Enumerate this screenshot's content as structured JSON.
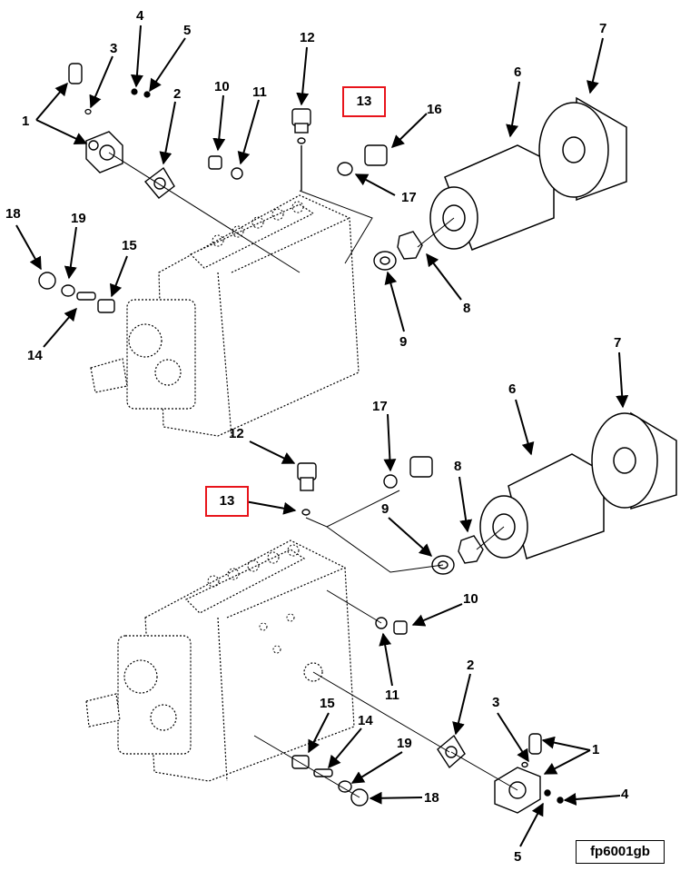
{
  "figure_id": "fp6001gb",
  "top_view": {
    "callouts": [
      "1",
      "2",
      "3",
      "4",
      "5",
      "6",
      "7",
      "8",
      "9",
      "10",
      "11",
      "12",
      "13",
      "14",
      "15",
      "16",
      "17",
      "18",
      "19"
    ],
    "highlighted_callout": "13"
  },
  "bottom_view": {
    "callouts": [
      "1",
      "2",
      "3",
      "4",
      "5",
      "6",
      "7",
      "8",
      "9",
      "10",
      "11",
      "12",
      "13",
      "14",
      "15",
      "17",
      "18",
      "19"
    ],
    "highlighted_callout": "13"
  },
  "colors": {
    "highlight": "#e8141b",
    "line": "#000000",
    "part_fill": "#ffffff"
  }
}
